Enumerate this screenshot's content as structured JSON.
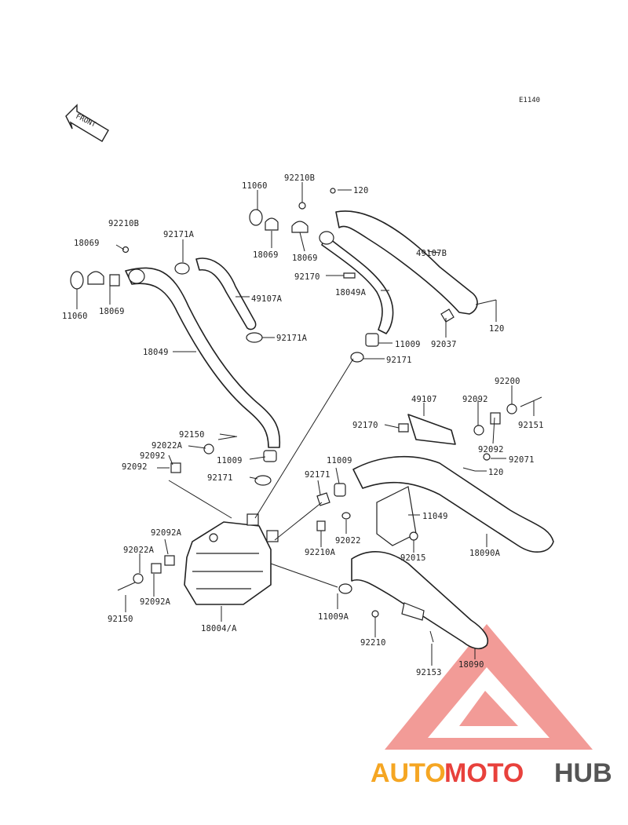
{
  "diagram": {
    "code": "E1140",
    "front_label": "FRONT"
  },
  "labels": {
    "l11060_top": "11060",
    "l92210B_top": "92210B",
    "l120_top": "120",
    "l18069_a": "18069",
    "l18069_b": "18069",
    "l49107B": "49107B",
    "l92170_top": "92170",
    "l18049A": "18049A",
    "l120_right": "120",
    "l92037": "92037",
    "l11009_a": "11009",
    "l92171_a": "92171",
    "l92210B_left": "92210B",
    "l18069_left": "18069",
    "l92171A_top": "92171A",
    "l11060_left": "11060",
    "l18069_c": "18069",
    "l49107A": "49107A",
    "l92171A_bot": "92171A",
    "l18049": "18049",
    "l92200": "92200",
    "l49107": "49107",
    "l92092_r1": "92092",
    "l92151": "92151",
    "l92170_mid": "92170",
    "l92092_r2": "92092",
    "l92071": "92071",
    "l120_mid": "120",
    "l92150_top": "92150",
    "l92022A_top": "92022A",
    "l92092_l1": "92092",
    "l92092_l2": "92092",
    "l11009_b": "11009",
    "l92171_b": "92171",
    "l11009_c": "11009",
    "l92171_c": "92171",
    "l11049": "11049",
    "l92022": "92022",
    "l92210A": "92210A",
    "l92015": "92015",
    "l18090A": "18090A",
    "l92092A_top": "92092A",
    "l92022A_bot": "92022A",
    "l92092A_bot": "92092A",
    "l92150_bot": "92150",
    "l18004A": "18004/A",
    "l11009A": "11009A",
    "l92210": "92210",
    "l92153": "92153",
    "l18090": "18090"
  },
  "watermark": {
    "part1": "AUTO",
    "part2": "MOTO",
    "part3": "HUB",
    "colors": {
      "orange": "#f5a623",
      "red": "#e8413c",
      "gray": "#555555",
      "triangle": "#f08a85"
    }
  }
}
